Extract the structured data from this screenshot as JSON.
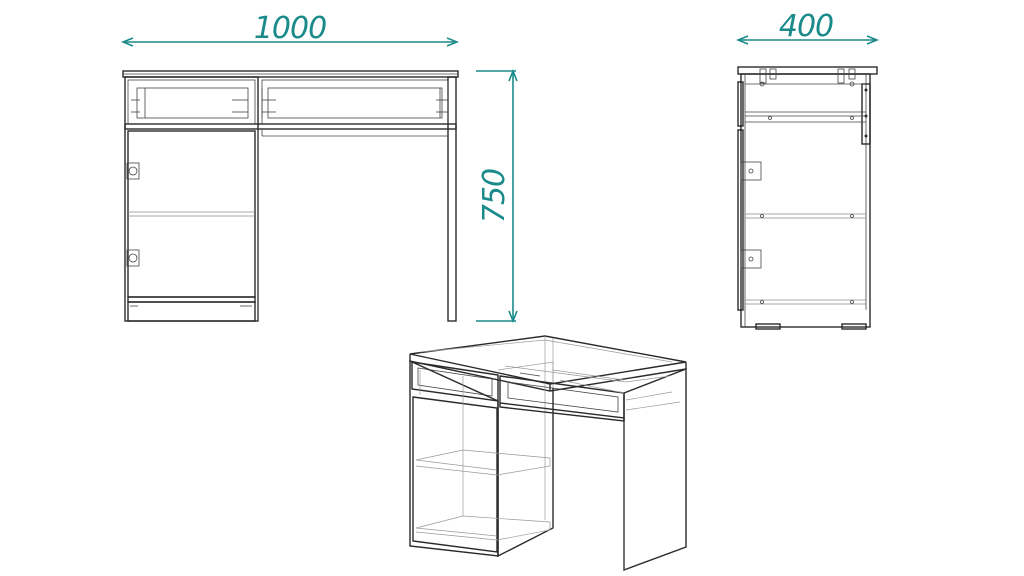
{
  "dimensions": {
    "width": "1000",
    "height": "750",
    "depth": "400"
  },
  "colors": {
    "dimension_line": "#1a8a8a",
    "drawing_line": "#2a2a2a",
    "background": "#ffffff"
  }
}
